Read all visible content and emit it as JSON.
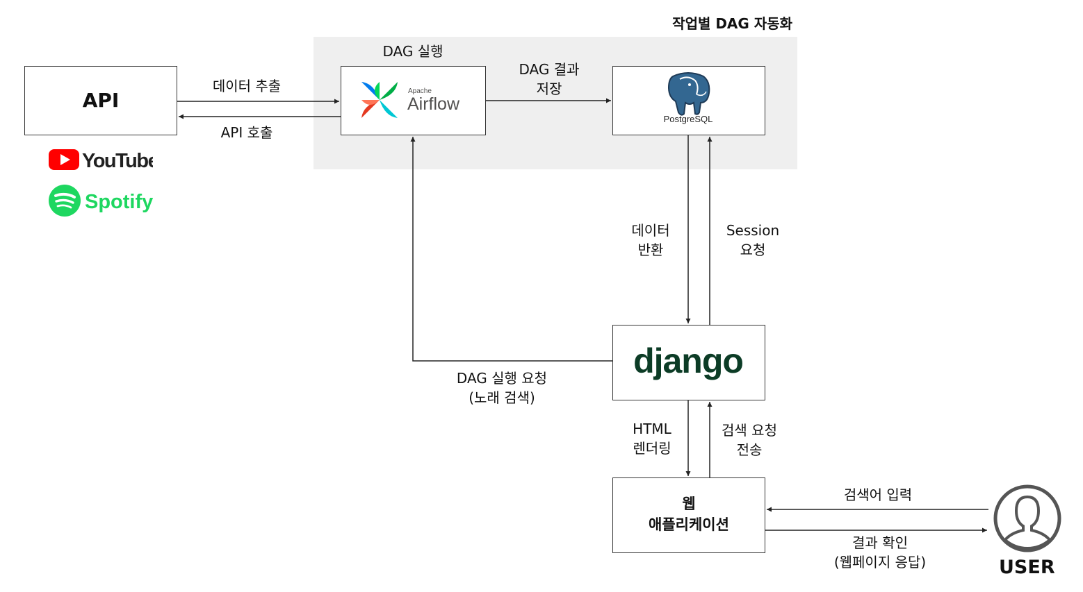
{
  "group": {
    "title": "작업별 DAG 자동화"
  },
  "nodes": {
    "api": "API",
    "airflow_small": "Apache",
    "airflow_big": "Airflow",
    "postgres": "PostgreSQL",
    "django": "django",
    "web_line1": "웹",
    "web_line2": "애플리케이션",
    "user": "USER"
  },
  "logos": {
    "youtube": "YouTube",
    "spotify": "Spotify"
  },
  "edges": {
    "dag_run": "DAG 실행",
    "extract": "데이터 추출",
    "api_call": "API 호출",
    "dag_result_1": "DAG 결과",
    "dag_result_2": "저장",
    "data_return_1": "데이터",
    "data_return_2": "반환",
    "session_1": "Session",
    "session_2": "요청",
    "dag_request_1": "DAG 실행 요청",
    "dag_request_2": "(노래 검색)",
    "html_1": "HTML",
    "html_2": "렌더링",
    "search_send_1": "검색 요청",
    "search_send_2": "전송",
    "query_input": "검색어 입력",
    "result_1": "결과 확인",
    "result_2": "(웹페이지 응답)"
  },
  "colors": {
    "youtube_red": "#FF0000",
    "spotify_green": "#1ED760",
    "django_green": "#0C3C26",
    "postgres_blue": "#336791",
    "group_bg": "#efefef"
  }
}
